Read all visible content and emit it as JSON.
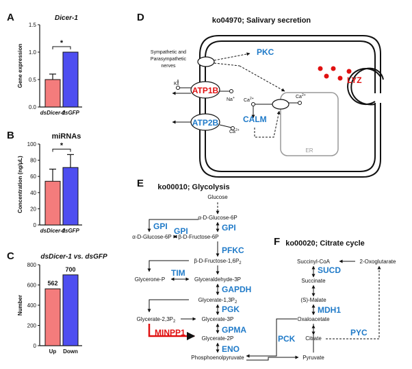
{
  "panels": {
    "A": {
      "letter": "A",
      "title": "Dicer-1",
      "ylabel": "Gene expression",
      "sig": "*"
    },
    "B": {
      "letter": "B",
      "title": "miRNAs",
      "ylabel": "Concentration (ng/μL)",
      "sig": "*"
    },
    "C": {
      "letter": "C",
      "title": "dsDicer-1 vs. dsGFP",
      "ylabel": "Number"
    },
    "D": {
      "letter": "D",
      "title": "ko04970; Salivary secretion",
      "nerve_label_1": "Sympathetic and",
      "nerve_label_2": "Parasympathetic",
      "nerve_label_3": "nerves",
      "genes": {
        "pkc": "PKC",
        "atp1b": "ATP1B",
        "atp2b": "ATP2B",
        "calm": "CALM",
        "lyz": "LYZ"
      },
      "ions": {
        "k": "K",
        "k_sup": "+",
        "na": "Na",
        "na_sup": "+",
        "ca": "Ca",
        "ca_sup": "2+"
      },
      "er": "ER"
    },
    "E": {
      "letter": "E",
      "title": "ko00010; Glycolysis",
      "metabolites": {
        "glucose": "Glucose",
        "a_glc6p": "α-D-Glucose-6P",
        "a_glc6p_left": "α-D-Glucose-6P",
        "b_fru6p": "β-D-Fructose-6P",
        "b_fru16p": "β-D-Fructose-1,6P",
        "b_fru16p_sub": "2",
        "glycerone": "Glycerone-P",
        "gap": "Glyceraldehyde-3P",
        "bpg13": "Glycerate-1,3P",
        "bpg13_sub": "2",
        "bpg23": "Glycerate-2,3P",
        "bpg23_sub": "2",
        "pg3": "Glycerate-3P",
        "pg2": "Glycerate-2P",
        "pep": "Phosphoenolpyruvate"
      },
      "enzymes": {
        "gpi1": "GPI",
        "gpi2": "GPI",
        "gpi3": "GPI",
        "pfkc": "PFKC",
        "tim": "TIM",
        "gapdh": "GAPDH",
        "pgk": "PGK",
        "gpma": "GPMA",
        "minpp1": "MINPP1",
        "eno": "ENO"
      }
    },
    "F": {
      "letter": "F",
      "title": "ko00020; Citrate cycle",
      "metabolites": {
        "succoa": "Succinyl-CoA",
        "oxoglut": "2-Oxoglutarate",
        "succinate": "Succinate",
        "malate": "(S)-Malate",
        "oaa": "Oxaloacetate",
        "citrate": "Citrate",
        "pyruvate": "Pyruvate"
      },
      "enzymes": {
        "sucd": "SUCD",
        "mdh1": "MDH1",
        "pck": "PCK",
        "pyc": "PYC"
      }
    }
  },
  "colors": {
    "red_bar": "#f47c7c",
    "blue_bar": "#4e4ef0",
    "gene_blue": "#1f7ac8",
    "gene_red": "#e01010",
    "er_gray": "#999999"
  },
  "chart_data": [
    {
      "type": "bar",
      "title": "Dicer-1",
      "ylabel": "Gene expression",
      "categories": [
        "dsDicer-1",
        "dsGFP"
      ],
      "values": [
        0.5,
        1.0
      ],
      "errors": [
        0.1,
        0.0
      ],
      "ylim": [
        0,
        1.5
      ],
      "yticks": [
        0.0,
        0.5,
        1.0,
        1.5
      ],
      "ytick_labels": [
        "0.0",
        "0.5",
        "1.0",
        "1.5"
      ],
      "significance": "*"
    },
    {
      "type": "bar",
      "title": "miRNAs",
      "ylabel": "Concentration (ng/μL)",
      "categories": [
        "dsDicer-1",
        "dsGFP"
      ],
      "values": [
        54,
        71
      ],
      "errors": [
        15,
        16
      ],
      "ylim": [
        0,
        100
      ],
      "yticks": [
        0,
        20,
        40,
        60,
        80,
        100
      ],
      "ytick_labels": [
        "0",
        "20",
        "40",
        "60",
        "80",
        "100"
      ],
      "significance": "*"
    },
    {
      "type": "bar",
      "title": "dsDicer-1 vs. dsGFP",
      "ylabel": "Number",
      "categories": [
        "Up",
        "Down"
      ],
      "values": [
        562,
        700
      ],
      "value_labels": [
        "562",
        "700"
      ],
      "ylim": [
        0,
        800
      ],
      "yticks": [
        0,
        200,
        400,
        600,
        800
      ],
      "ytick_labels": [
        "0",
        "200",
        "400",
        "600",
        "800"
      ]
    }
  ]
}
